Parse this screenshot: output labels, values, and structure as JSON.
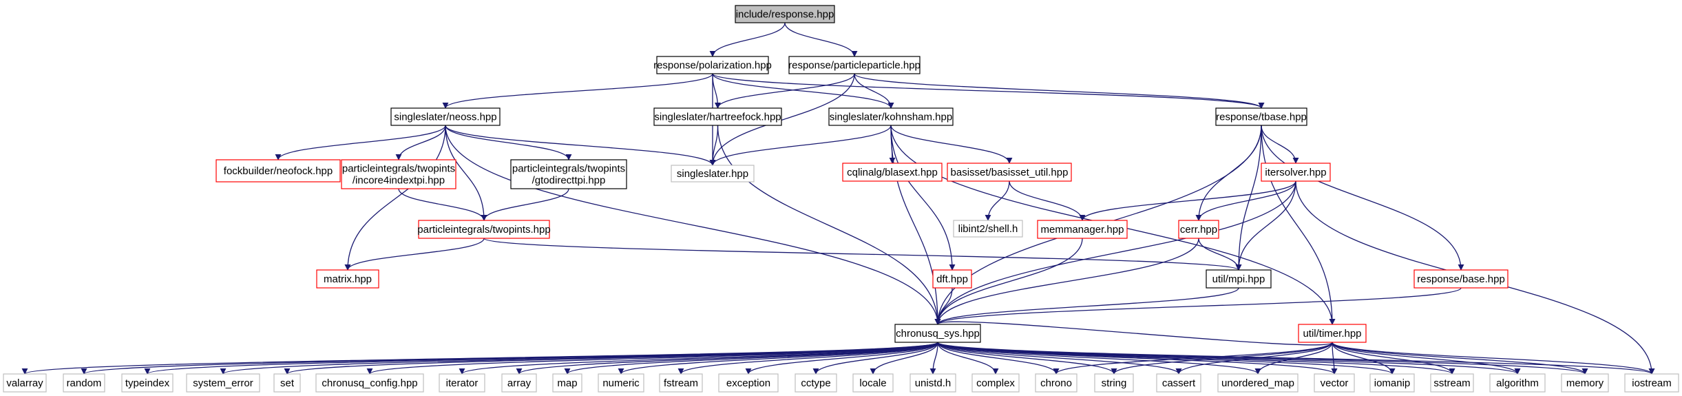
{
  "graph": {
    "colors": {
      "edge": "#191970",
      "border_default": "#000000",
      "border_red": "#ff0000",
      "border_gray": "#bfbfbf",
      "fill_root": "#bfbfbf",
      "fill_default": "#ffffff"
    },
    "nodes": [
      {
        "id": "root",
        "lines": [
          "include/response.hpp"
        ],
        "style": "root"
      },
      {
        "id": "polarization",
        "lines": [
          "response/polarization.hpp"
        ],
        "style": "black"
      },
      {
        "id": "particleparticle",
        "lines": [
          "response/particleparticle.hpp"
        ],
        "style": "black"
      },
      {
        "id": "neoss",
        "lines": [
          "singleslater/neoss.hpp"
        ],
        "style": "black"
      },
      {
        "id": "hartreefock",
        "lines": [
          "singleslater/hartreefock.hpp"
        ],
        "style": "black"
      },
      {
        "id": "kohnsham",
        "lines": [
          "singleslater/kohnsham.hpp"
        ],
        "style": "black"
      },
      {
        "id": "tbase",
        "lines": [
          "response/tbase.hpp"
        ],
        "style": "black"
      },
      {
        "id": "neofock",
        "lines": [
          "fockbuilder/neofock.hpp"
        ],
        "style": "red"
      },
      {
        "id": "incore4",
        "lines": [
          "particleintegrals/twopints",
          "/incore4indextpi.hpp"
        ],
        "style": "red"
      },
      {
        "id": "gtodirect",
        "lines": [
          "particleintegrals/twopints",
          "/gtodirecttpi.hpp"
        ],
        "style": "black"
      },
      {
        "id": "singleslater",
        "lines": [
          "singleslater.hpp"
        ],
        "style": "gray"
      },
      {
        "id": "blasext",
        "lines": [
          "cqlinalg/blasext.hpp"
        ],
        "style": "red"
      },
      {
        "id": "basisset",
        "lines": [
          "basisset/basisset_util.hpp"
        ],
        "style": "red"
      },
      {
        "id": "itersolver",
        "lines": [
          "itersolver.hpp"
        ],
        "style": "red"
      },
      {
        "id": "twopints",
        "lines": [
          "particleintegrals/twopints.hpp"
        ],
        "style": "red"
      },
      {
        "id": "libint",
        "lines": [
          "libint2/shell.h"
        ],
        "style": "gray"
      },
      {
        "id": "memmanager",
        "lines": [
          "memmanager.hpp"
        ],
        "style": "red"
      },
      {
        "id": "cerr",
        "lines": [
          "cerr.hpp"
        ],
        "style": "red"
      },
      {
        "id": "matrix",
        "lines": [
          "matrix.hpp"
        ],
        "style": "red"
      },
      {
        "id": "dft",
        "lines": [
          "dft.hpp"
        ],
        "style": "red"
      },
      {
        "id": "mpi",
        "lines": [
          "util/mpi.hpp"
        ],
        "style": "black"
      },
      {
        "id": "respbase",
        "lines": [
          "response/base.hpp"
        ],
        "style": "red"
      },
      {
        "id": "chronusq",
        "lines": [
          "chronusq_sys.hpp"
        ],
        "style": "black"
      },
      {
        "id": "timer",
        "lines": [
          "util/timer.hpp"
        ],
        "style": "red"
      },
      {
        "id": "valarray",
        "lines": [
          "valarray"
        ],
        "style": "gray"
      },
      {
        "id": "random",
        "lines": [
          "random"
        ],
        "style": "gray"
      },
      {
        "id": "typeindex",
        "lines": [
          "typeindex"
        ],
        "style": "gray"
      },
      {
        "id": "system_error",
        "lines": [
          "system_error"
        ],
        "style": "gray"
      },
      {
        "id": "set",
        "lines": [
          "set"
        ],
        "style": "gray"
      },
      {
        "id": "config",
        "lines": [
          "chronusq_config.hpp"
        ],
        "style": "gray"
      },
      {
        "id": "iterator",
        "lines": [
          "iterator"
        ],
        "style": "gray"
      },
      {
        "id": "array",
        "lines": [
          "array"
        ],
        "style": "gray"
      },
      {
        "id": "map",
        "lines": [
          "map"
        ],
        "style": "gray"
      },
      {
        "id": "numeric",
        "lines": [
          "numeric"
        ],
        "style": "gray"
      },
      {
        "id": "fstream",
        "lines": [
          "fstream"
        ],
        "style": "gray"
      },
      {
        "id": "exception",
        "lines": [
          "exception"
        ],
        "style": "gray"
      },
      {
        "id": "cctype",
        "lines": [
          "cctype"
        ],
        "style": "gray"
      },
      {
        "id": "locale",
        "lines": [
          "locale"
        ],
        "style": "gray"
      },
      {
        "id": "unistd",
        "lines": [
          "unistd.h"
        ],
        "style": "gray"
      },
      {
        "id": "complex",
        "lines": [
          "complex"
        ],
        "style": "gray"
      },
      {
        "id": "chrono",
        "lines": [
          "chrono"
        ],
        "style": "gray"
      },
      {
        "id": "string",
        "lines": [
          "string"
        ],
        "style": "gray"
      },
      {
        "id": "cassert",
        "lines": [
          "cassert"
        ],
        "style": "gray"
      },
      {
        "id": "unordered_map",
        "lines": [
          "unordered_map"
        ],
        "style": "gray"
      },
      {
        "id": "vector",
        "lines": [
          "vector"
        ],
        "style": "gray"
      },
      {
        "id": "iomanip",
        "lines": [
          "iomanip"
        ],
        "style": "gray"
      },
      {
        "id": "sstream",
        "lines": [
          "sstream"
        ],
        "style": "gray"
      },
      {
        "id": "algorithm",
        "lines": [
          "algorithm"
        ],
        "style": "gray"
      },
      {
        "id": "memory",
        "lines": [
          "memory"
        ],
        "style": "gray"
      },
      {
        "id": "iostream",
        "lines": [
          "iostream"
        ],
        "style": "gray"
      }
    ],
    "edges": [
      [
        "root",
        "polarization"
      ],
      [
        "root",
        "particleparticle"
      ],
      [
        "polarization",
        "neoss"
      ],
      [
        "polarization",
        "hartreefock"
      ],
      [
        "polarization",
        "kohnsham"
      ],
      [
        "polarization",
        "tbase"
      ],
      [
        "polarization",
        "singleslater"
      ],
      [
        "particleparticle",
        "hartreefock"
      ],
      [
        "particleparticle",
        "kohnsham"
      ],
      [
        "particleparticle",
        "tbase"
      ],
      [
        "particleparticle",
        "singleslater"
      ],
      [
        "neoss",
        "neofock"
      ],
      [
        "neoss",
        "incore4"
      ],
      [
        "neoss",
        "gtodirect"
      ],
      [
        "neoss",
        "singleslater"
      ],
      [
        "neoss",
        "twopints"
      ],
      [
        "neoss",
        "matrix"
      ],
      [
        "neoss",
        "chronusq"
      ],
      [
        "hartreefock",
        "singleslater"
      ],
      [
        "hartreefock",
        "chronusq"
      ],
      [
        "kohnsham",
        "singleslater"
      ],
      [
        "kohnsham",
        "blasext"
      ],
      [
        "kohnsham",
        "basisset"
      ],
      [
        "kohnsham",
        "dft"
      ],
      [
        "kohnsham",
        "chronusq"
      ],
      [
        "kohnsham",
        "timer"
      ],
      [
        "tbase",
        "itersolver"
      ],
      [
        "tbase",
        "cerr"
      ],
      [
        "tbase",
        "mpi"
      ],
      [
        "tbase",
        "respbase"
      ],
      [
        "tbase",
        "chronusq"
      ],
      [
        "tbase",
        "timer"
      ],
      [
        "incore4",
        "twopints"
      ],
      [
        "gtodirect",
        "twopints"
      ],
      [
        "twopints",
        "matrix"
      ],
      [
        "twopints",
        "mpi"
      ],
      [
        "basisset",
        "libint"
      ],
      [
        "basisset",
        "memmanager"
      ],
      [
        "itersolver",
        "memmanager"
      ],
      [
        "itersolver",
        "cerr"
      ],
      [
        "itersolver",
        "mpi"
      ],
      [
        "itersolver",
        "chronusq"
      ],
      [
        "itersolver",
        "iostream"
      ],
      [
        "memmanager",
        "chronusq"
      ],
      [
        "cerr",
        "mpi"
      ],
      [
        "cerr",
        "chronusq"
      ],
      [
        "dft",
        "chronusq"
      ],
      [
        "mpi",
        "chronusq"
      ],
      [
        "respbase",
        "chronusq"
      ],
      [
        "chronusq",
        "valarray"
      ],
      [
        "chronusq",
        "random"
      ],
      [
        "chronusq",
        "typeindex"
      ],
      [
        "chronusq",
        "system_error"
      ],
      [
        "chronusq",
        "set"
      ],
      [
        "chronusq",
        "config"
      ],
      [
        "chronusq",
        "iterator"
      ],
      [
        "chronusq",
        "array"
      ],
      [
        "chronusq",
        "map"
      ],
      [
        "chronusq",
        "numeric"
      ],
      [
        "chronusq",
        "fstream"
      ],
      [
        "chronusq",
        "exception"
      ],
      [
        "chronusq",
        "cctype"
      ],
      [
        "chronusq",
        "locale"
      ],
      [
        "chronusq",
        "unistd"
      ],
      [
        "chronusq",
        "complex"
      ],
      [
        "chronusq",
        "chrono"
      ],
      [
        "chronusq",
        "string"
      ],
      [
        "chronusq",
        "cassert"
      ],
      [
        "chronusq",
        "unordered_map"
      ],
      [
        "chronusq",
        "vector"
      ],
      [
        "chronusq",
        "iomanip"
      ],
      [
        "chronusq",
        "sstream"
      ],
      [
        "chronusq",
        "algorithm"
      ],
      [
        "chronusq",
        "memory"
      ],
      [
        "chronusq",
        "iostream"
      ],
      [
        "timer",
        "chronusq"
      ],
      [
        "timer",
        "chrono"
      ],
      [
        "timer",
        "string"
      ],
      [
        "timer",
        "cassert"
      ],
      [
        "timer",
        "unordered_map"
      ],
      [
        "timer",
        "vector"
      ],
      [
        "timer",
        "iomanip"
      ],
      [
        "timer",
        "sstream"
      ],
      [
        "timer",
        "algorithm"
      ],
      [
        "timer",
        "memory"
      ],
      [
        "timer",
        "iostream"
      ]
    ]
  }
}
